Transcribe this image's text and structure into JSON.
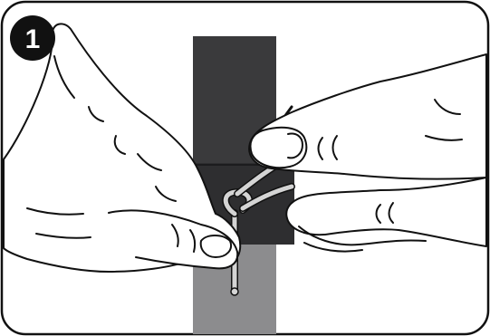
{
  "step": {
    "number": "1",
    "badge_color": "#111111",
    "number_color": "#ffffff"
  },
  "colors": {
    "frame_border": "#111111",
    "background": "#ffffff",
    "dark_band": "#3a3a3c",
    "buckle_band": "#2e2e30",
    "light_band": "#8c8c8e",
    "cord": "#c8c8c8",
    "line_art": "#111111"
  },
  "icons": {
    "step_badge": "step-number-badge",
    "left_hand": "left-hand-illustration",
    "right_hand": "right-hand-illustration",
    "strap": "watch-strap-illustration",
    "cord": "cord-loop-illustration"
  }
}
